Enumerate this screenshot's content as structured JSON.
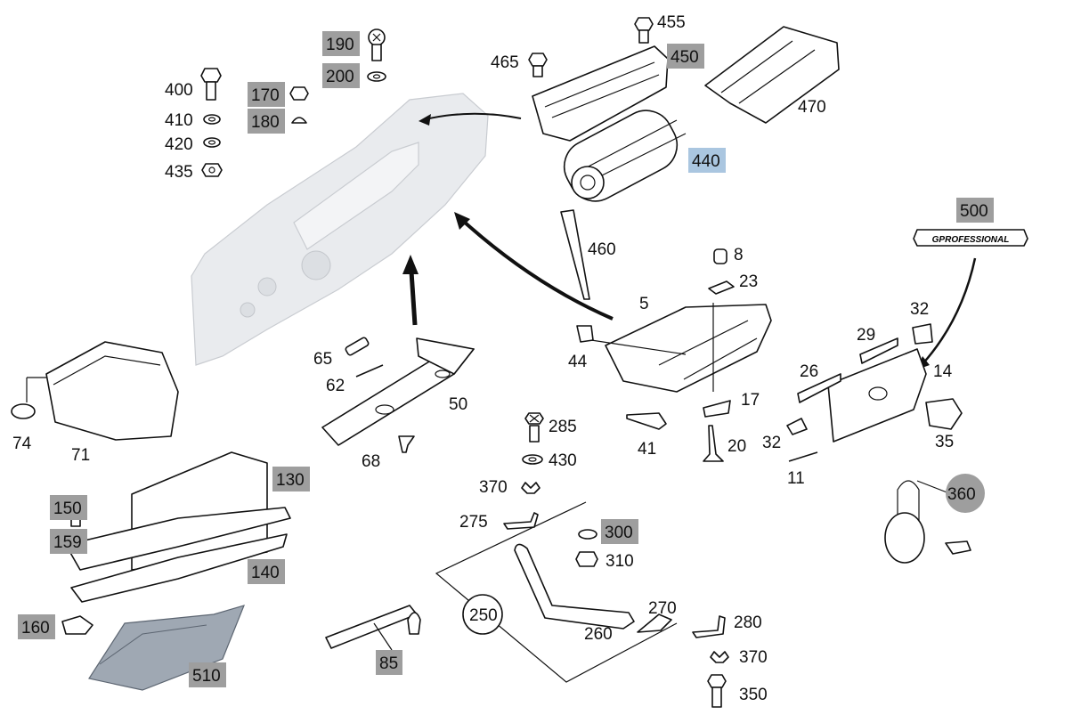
{
  "diagram": {
    "badge_text": "GPROFESSIONAL",
    "labels": {
      "p5": "5",
      "p8": "8",
      "p11": "11",
      "p14": "14",
      "p17": "17",
      "p20": "20",
      "p23": "23",
      "p26": "26",
      "p29": "29",
      "p32a": "32",
      "p32b": "32",
      "p35": "35",
      "p41": "41",
      "p44": "44",
      "p50": "50",
      "p62": "62",
      "p65": "65",
      "p68": "68",
      "p71": "71",
      "p74": "74",
      "p85": "85",
      "p130": "130",
      "p140": "140",
      "p150": "150",
      "p159": "159",
      "p160": "160",
      "p170": "170",
      "p180": "180",
      "p190": "190",
      "p200": "200",
      "p250": "250",
      "p260": "260",
      "p270": "270",
      "p275": "275",
      "p280": "280",
      "p285": "285",
      "p300": "300",
      "p310": "310",
      "p350": "350",
      "p360": "360",
      "p370a": "370",
      "p370b": "370",
      "p400": "400",
      "p410": "410",
      "p420": "420",
      "p430": "430",
      "p435": "435",
      "p440": "440",
      "p450": "450",
      "p455": "455",
      "p460": "460",
      "p465": "465",
      "p470": "470",
      "p500": "500",
      "p510": "510"
    },
    "highlight_colors": {
      "grey": "#9e9e9e",
      "blue": "#aac6e0"
    }
  }
}
